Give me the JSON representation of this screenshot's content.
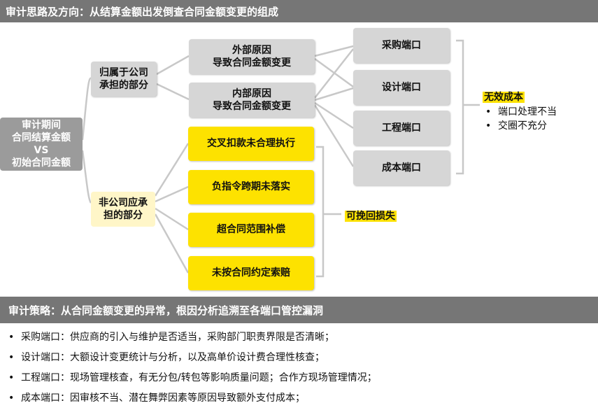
{
  "header": {
    "title": "审计思路及方向：从结算金额出发倒查合同金额变更的组成"
  },
  "root": {
    "label": "审计期间\n合同结算金额\nVS\n初始合同金额"
  },
  "branch_company": {
    "label": "归属于公司\n承担的部分"
  },
  "branch_noncompany": {
    "label": "非公司应承\n担的部分"
  },
  "external_cause": {
    "label": "外部原因\n导致合同金额变更"
  },
  "internal_cause": {
    "label": "内部原因\n导致合同金额变更"
  },
  "yellow_items": [
    {
      "label": "交叉扣款未合理执行"
    },
    {
      "label": "负指令跨期未落实"
    },
    {
      "label": "超合同范围补偿"
    },
    {
      "label": "未按合同约定索赔"
    }
  ],
  "ports": [
    {
      "label": "采购端口"
    },
    {
      "label": "设计端口"
    },
    {
      "label": "工程端口"
    },
    {
      "label": "成本端口"
    }
  ],
  "invalid_cost": {
    "title": "无效成本",
    "items": [
      "端口处理不当",
      "交圈不充分"
    ]
  },
  "recoverable": {
    "label": "可挽回损失"
  },
  "strategy": {
    "title": "审计策略：从合同金额变更的异常，根因分析追溯至各端口管控漏洞",
    "items": [
      "采购端口：供应商的引入与维护是否适当，采购部门职责界限是否清晰；",
      "设计端口：大额设计变更统计与分析，以及高单价设计费合理性核查；",
      "工程端口：现场管理核查，有无分包/转包等影响质量问题；合作方现场管理情况；",
      "成本端口：因审核不当、潜在舞弊因素等原因导致额外支付成本；"
    ]
  },
  "colors": {
    "bar": "#767676",
    "gray_box": "#d6d6d6",
    "yellow": "#fde200",
    "line": "#c8c8c8"
  }
}
